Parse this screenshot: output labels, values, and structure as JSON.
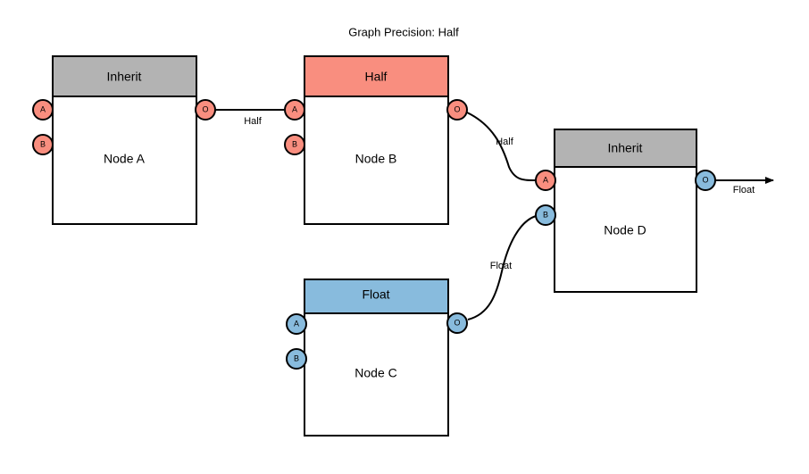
{
  "title": "Graph Precision: Half",
  "colors": {
    "inherit_header": "#b3b3b3",
    "half_header": "#f98e7f",
    "float_header": "#88bbdd",
    "half_port": "#f98e7f",
    "float_port": "#88bbdd",
    "node_fill": "#ffffff",
    "stroke": "#000000",
    "background": "#ffffff"
  },
  "nodes": {
    "a": {
      "name": "Node A",
      "header": "Inherit",
      "ports": {
        "in_a": "A",
        "in_b": "B",
        "out": "O"
      }
    },
    "b": {
      "name": "Node B",
      "header": "Half",
      "ports": {
        "in_a": "A",
        "in_b": "B",
        "out": "O"
      }
    },
    "c": {
      "name": "Node C",
      "header": "Float",
      "ports": {
        "in_a": "A",
        "in_b": "B",
        "out": "O"
      }
    },
    "d": {
      "name": "Node D",
      "header": "Inherit",
      "ports": {
        "in_a": "A",
        "in_b": "B",
        "out": "O"
      }
    }
  },
  "edges": {
    "a_to_b": "Half",
    "b_to_d": "Half",
    "c_to_d": "Float",
    "d_out": "Float"
  }
}
